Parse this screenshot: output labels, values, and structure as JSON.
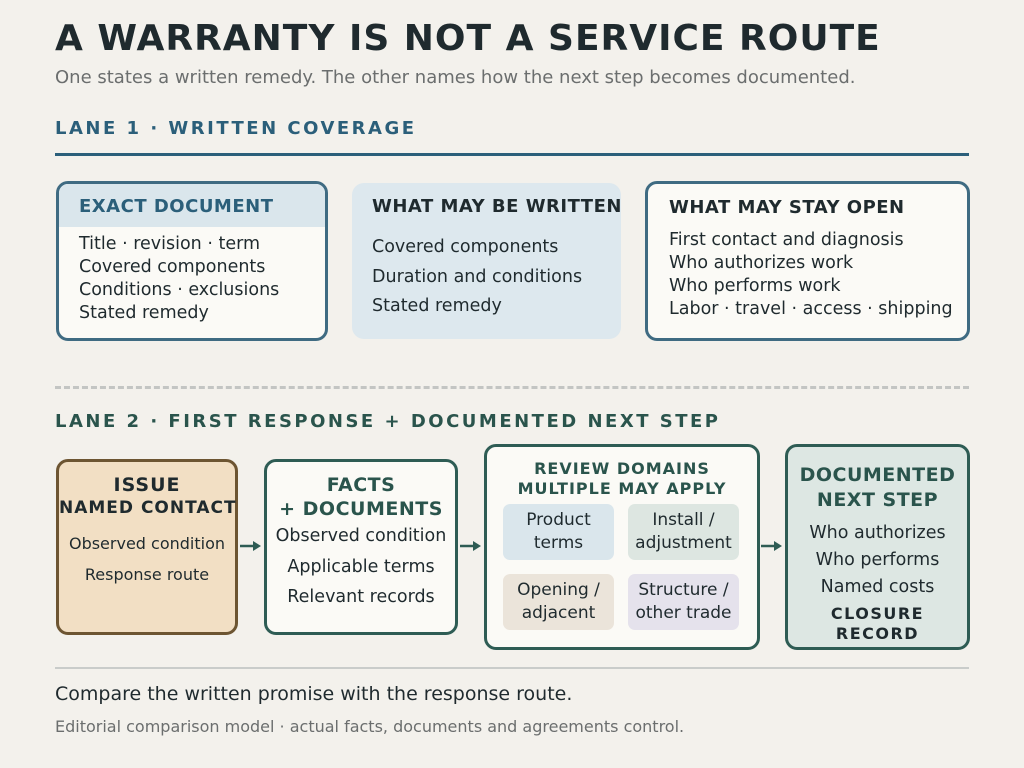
{
  "header": {
    "title": "A WARRANTY IS NOT A SERVICE ROUTE",
    "subtitle": "One states a written remedy. The other names how the next step becomes documented."
  },
  "lane1": {
    "title": "LANE 1 · WRITTEN COVERAGE",
    "exact_document": {
      "title": "EXACT DOCUMENT",
      "items": [
        "Title · revision · term",
        "Covered components",
        "Conditions · exclusions",
        "Stated remedy"
      ]
    },
    "may_be_written": {
      "title": "WHAT MAY BE WRITTEN",
      "items": [
        "Covered components",
        "Duration and conditions",
        "Stated remedy"
      ]
    },
    "may_stay_open": {
      "title": "WHAT MAY STAY OPEN",
      "items": [
        "First contact and diagnosis",
        "Who authorizes work",
        "Who performs work",
        "Labor · travel · access · shipping"
      ]
    }
  },
  "lane2": {
    "title": "LANE 2 · FIRST RESPONSE + DOCUMENTED NEXT STEP",
    "issue": {
      "title": "ISSUE",
      "subtitle": "NAMED CONTACT",
      "items": [
        "Observed condition",
        "Response route"
      ]
    },
    "facts": {
      "title_line1": "FACTS",
      "title_line2": "+ DOCUMENTS",
      "items": [
        "Observed condition",
        "Applicable terms",
        "Relevant records"
      ]
    },
    "review": {
      "title_line1": "REVIEW DOMAINS",
      "title_line2": "MULTIPLE MAY APPLY",
      "tiles": [
        {
          "line1": "Product",
          "line2": "terms"
        },
        {
          "line1": "Install /",
          "line2": "adjustment"
        },
        {
          "line1": "Opening /",
          "line2": "adjacent"
        },
        {
          "line1": "Structure /",
          "line2": "other trade"
        }
      ]
    },
    "next_step": {
      "title_line1": "DOCUMENTED",
      "title_line2": "NEXT STEP",
      "items": [
        "Who authorizes",
        "Who performs",
        "Named costs"
      ],
      "closure_line1": "CLOSURE",
      "closure_line2": "RECORD"
    }
  },
  "footer": {
    "summary": "Compare the written promise with the response route.",
    "note": "Editorial comparison model · actual facts, documents and agreements control."
  },
  "colors": {
    "background": "#f3f1ec",
    "lane1_accent": "#2b5f7a",
    "lane2_accent": "#2a544c",
    "issue_fill": "#f2dfc4",
    "next_step_fill": "#dde7e3"
  }
}
